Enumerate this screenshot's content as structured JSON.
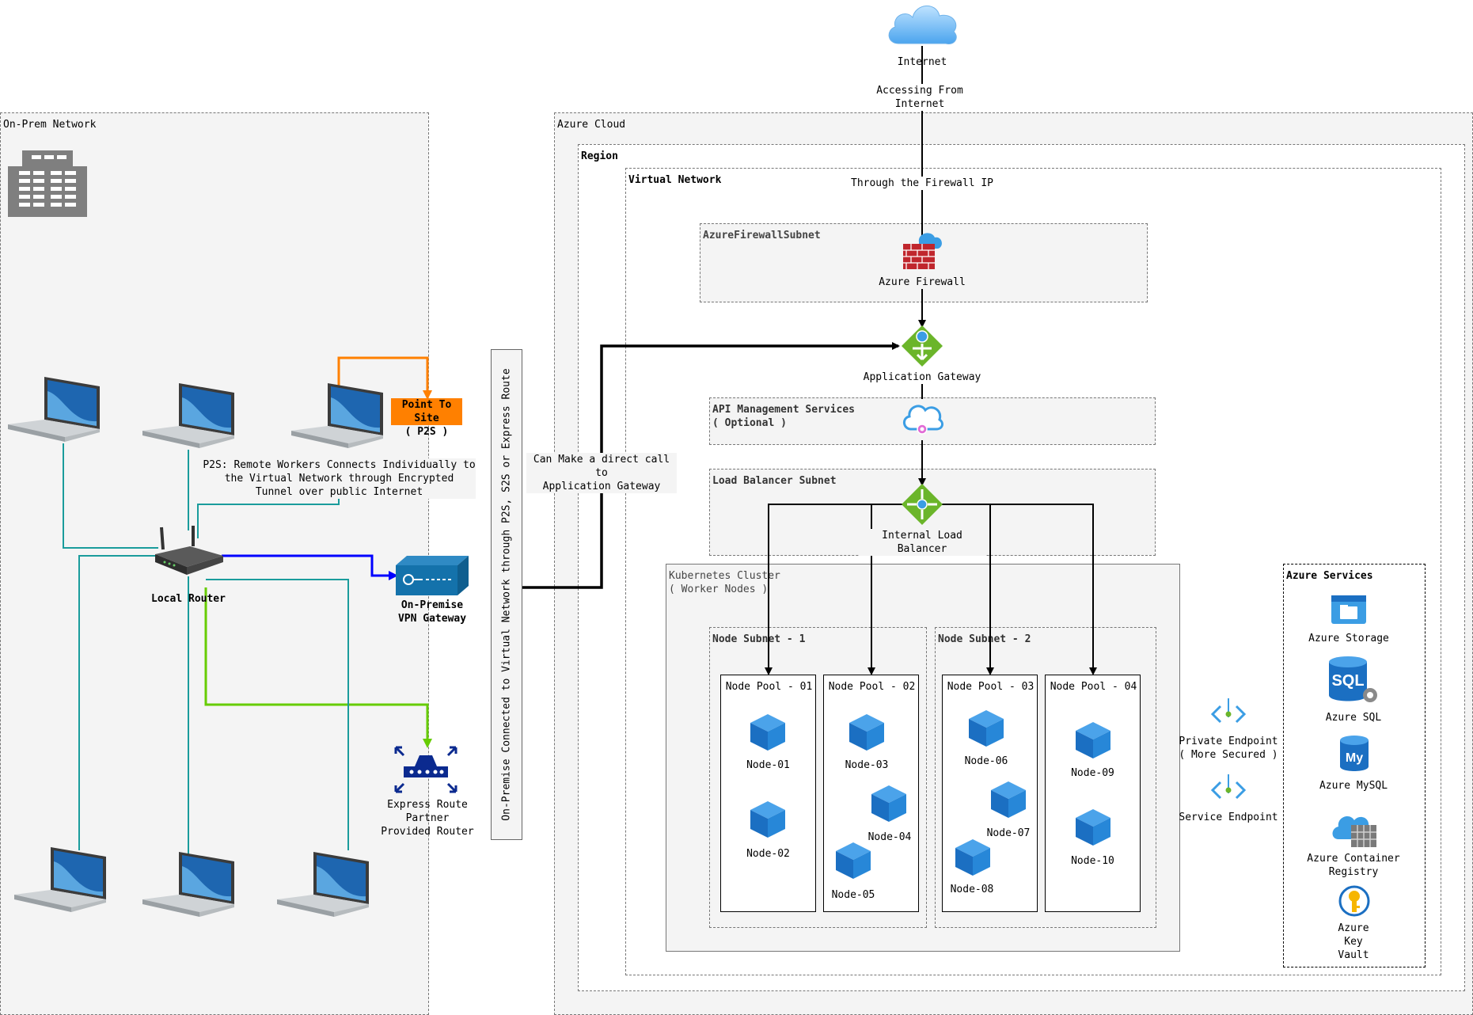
{
  "diagram": {
    "internet": {
      "label": "Internet",
      "sublabel": "Accessing From\nInternet",
      "firewall_ip": "Through the Firewall IP"
    },
    "onprem": {
      "title": "On-Prem Network",
      "p2s_tag": "Point To Site\n( P2S )",
      "p2s_note": "P2S: Remote Workers Connects Individually to\nthe Virtual Network through Encrypted\nTunnel over public Internet",
      "local_router": "Local Router",
      "vpn_gateway": "On-Premise\nVPN Gateway",
      "express_route": "Express Route Partner\nProvided Router",
      "connection_bar": "On-Premise Connected to Virtual Network through P2S, S2S or Express Route",
      "direct_call": "Can Make a direct call to\nApplication Gateway"
    },
    "azure": {
      "title": "Azure Cloud",
      "region": "Region",
      "vnet": "Virtual Network",
      "firewall_subnet": "AzureFirewallSubnet",
      "firewall": "Azure Firewall",
      "app_gateway": "Application Gateway",
      "apim": "API Management Services\n( Optional )",
      "lb_subnet": "Load Balancer Subnet",
      "internal_lb": "Internal Load Balancer",
      "k8s": "Kubernetes Cluster\n( Worker Nodes )",
      "node_subnets": [
        "Node Subnet - 1",
        "Node Subnet - 2"
      ],
      "node_pools": [
        {
          "name": "Node Pool - 01",
          "nodes": [
            "Node-01",
            "Node-02"
          ]
        },
        {
          "name": "Node Pool - 02",
          "nodes": [
            "Node-03",
            "Node-04",
            "Node-05"
          ]
        },
        {
          "name": "Node Pool - 03",
          "nodes": [
            "Node-06",
            "Node-07",
            "Node-08"
          ]
        },
        {
          "name": "Node Pool - 04",
          "nodes": [
            "Node-09",
            "Node-10"
          ]
        }
      ],
      "private_endpoint": "Private Endpoint\n( More Secured )",
      "service_endpoint": "Service Endpoint",
      "services_title": "Azure Services",
      "services": [
        "Azure Storage",
        "Azure SQL",
        "Azure MySQL",
        "Azure Container\nRegistry",
        "Azure\nKey\nVault"
      ]
    }
  },
  "colors": {
    "orange": "#ff8000",
    "blue_wire": "#0000ff",
    "green_wire": "#66cc00",
    "teal_wire": "#1a9c9c",
    "azure_blue": "#1a73c8",
    "green_icon": "#6bb52a",
    "firewall_red": "#c0262d"
  }
}
